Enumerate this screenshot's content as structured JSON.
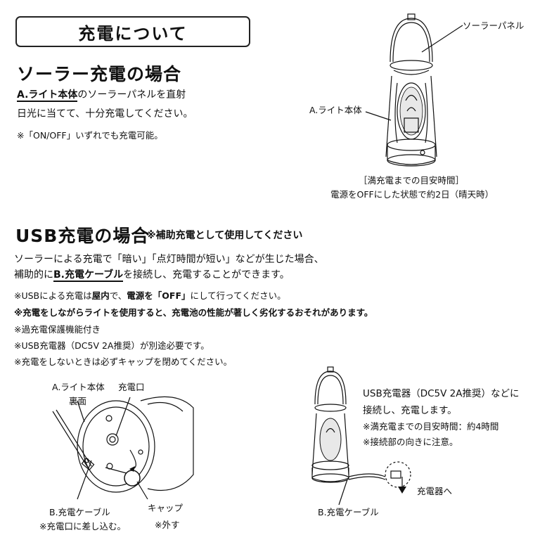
{
  "header": {
    "title": "充電について"
  },
  "solar": {
    "heading": "ソーラー充電の場合",
    "line1_link": "A.ライト本体",
    "line1_rest": "のソーラーパネルを直射",
    "line2": "日光に当てて、十分充電してください。",
    "note": "※「ON/OFF」いずれでも充電可能。",
    "fig_label_panel": "ソーラーパネル",
    "fig_label_body": "A.ライト本体",
    "fig_caption_1": "［満充電までの目安時間］",
    "fig_caption_2": "電源をOFFにした状態で約2日（晴天時）"
  },
  "usb": {
    "heading": "USB充電の場合",
    "heading_note": "※補助充電として使用してください",
    "para1": "ソーラーによる充電で「暗い」「点灯時間が短い」などが生じた場合、",
    "para2_pre": "補助的に",
    "para2_link": "B.充電ケーブル",
    "para2_post": "を接続し、充電することができます。",
    "note1_pre": "※USBによる充電は",
    "note1_b1": "屋内",
    "note1_mid": "で、",
    "note1_b2": "電源を「OFF」",
    "note1_post": "にして行ってください。",
    "note2": "※充電をしながらライトを使用すると、充電池の性能が著しく劣化するおそれがあります。",
    "note3": "※過充電保護機能付き",
    "note4": "※USB充電器（DC5V 2A推奨）が別途必要です。",
    "note5": "※充電をしないときは必ずキャップを閉めてください。"
  },
  "fig_left": {
    "label_body": "A.ライト本体",
    "label_back": "裏面",
    "label_port": "充電口",
    "label_cable": "B.充電ケーブル",
    "label_cable_note": "※充電口に差し込む。",
    "label_cap": "キャップ",
    "label_cap_note": "※外す"
  },
  "fig_right": {
    "text1": "USB充電器（DC5V 2A推奨）などに",
    "text2": "接続し、充電します。",
    "text3": "※満充電までの目安時間：約4時間",
    "text4": "※接続部の向きに注意。",
    "label_charger": "充電器へ",
    "label_cable": "B.充電ケーブル"
  }
}
